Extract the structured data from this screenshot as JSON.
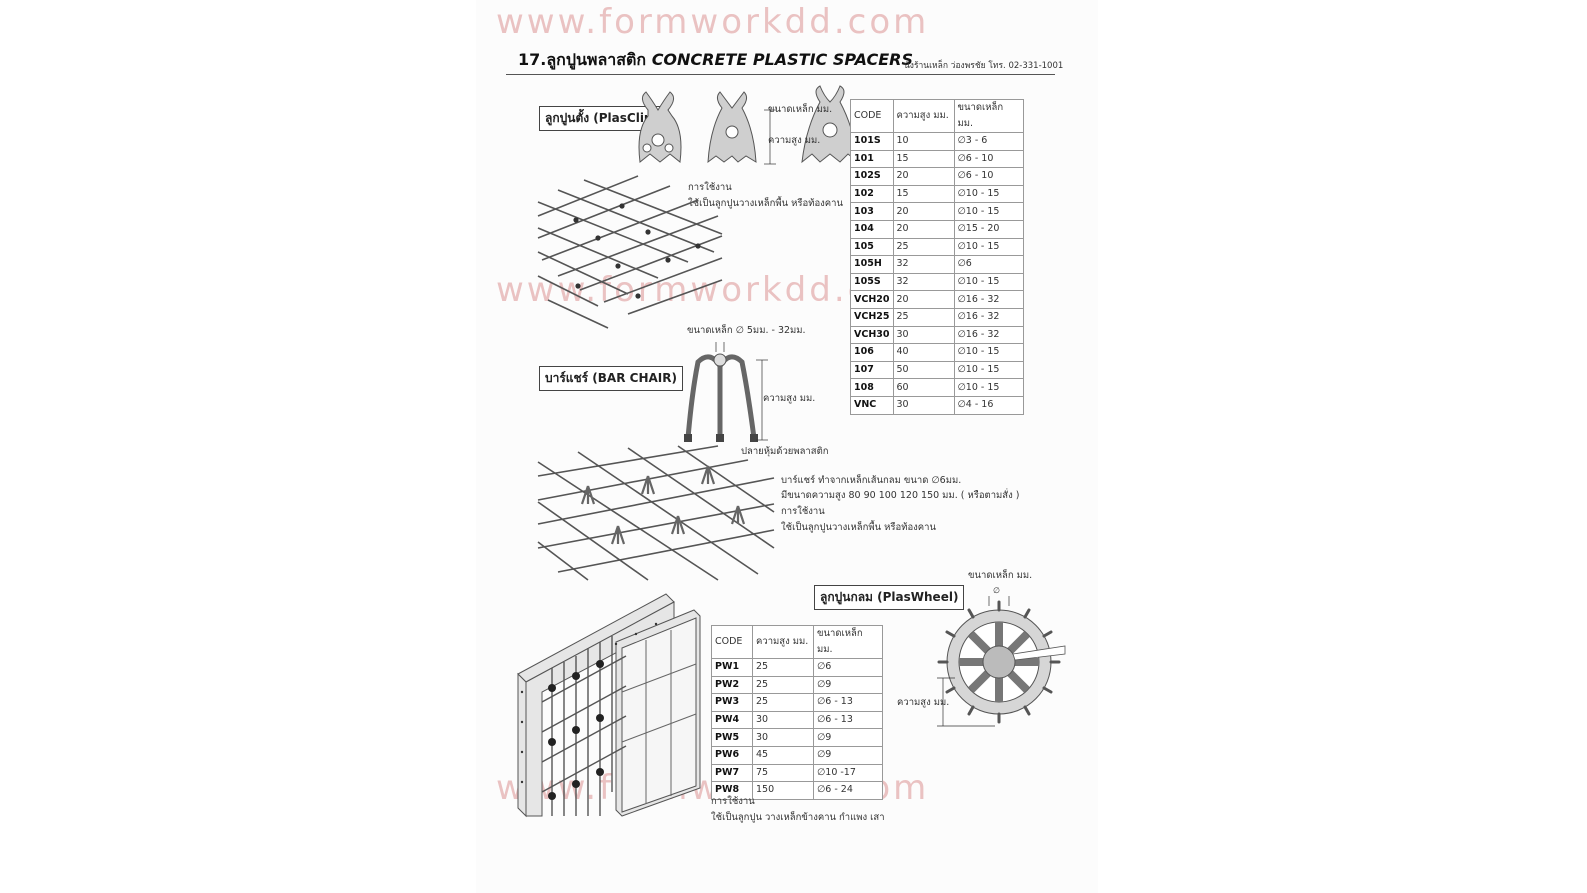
{
  "watermark": "www.formworkdd.com",
  "header": {
    "title_thai": "17.ลูกปูนพลาสติก",
    "title_en": "CONCRETE PLASTIC SPACERS",
    "shop_note": "นั่งร้านเหล็ก ว่องพรชัย โทร. 02-331-1001"
  },
  "plasclip": {
    "label": "ลูกปูนตั้ง (PlasClip)",
    "dim_bar": "ขนาดเหล็ก มม.",
    "dim_height": "ความสูง มม.",
    "usage_title": "การใช้งาน",
    "usage_text": "ใช้เป็นลูกปูนวางเหล็กพื้น หรือท้องคาน",
    "table": {
      "headers": [
        "CODE",
        "ความสูง มม.",
        "ขนาดเหล็ก มม."
      ],
      "rows": [
        [
          "101S",
          "10",
          "∅3 - 6"
        ],
        [
          "101",
          "15",
          "∅6 - 10"
        ],
        [
          "102S",
          "20",
          "∅6 - 10"
        ],
        [
          "102",
          "15",
          "∅10 - 15"
        ],
        [
          "103",
          "20",
          "∅10 - 15"
        ],
        [
          "104",
          "20",
          "∅15 - 20"
        ],
        [
          "105",
          "25",
          "∅10 - 15"
        ],
        [
          "105H",
          "32",
          "∅6"
        ],
        [
          "105S",
          "32",
          "∅10 - 15"
        ],
        [
          "VCH20",
          "20",
          "∅16 - 32"
        ],
        [
          "VCH25",
          "25",
          "∅16 - 32"
        ],
        [
          "VCH30",
          "30",
          "∅16 - 32"
        ],
        [
          "106",
          "40",
          "∅10 - 15"
        ],
        [
          "107",
          "50",
          "∅10 - 15"
        ],
        [
          "108",
          "60",
          "∅10 - 15"
        ],
        [
          "VNC",
          "30",
          "∅4 - 16"
        ]
      ]
    }
  },
  "barchair": {
    "label": "บาร์แชร์ (BAR CHAIR)",
    "dim_bar": "ขนาดเหล็ก ∅   5มม. - 32มม.",
    "dim_height": "ความสูง มม.",
    "tip_note": "ปลายหุ้มด้วยพลาสติก",
    "desc_1": "บาร์แชร์ ทำจากเหล็กเส้นกลม ขนาด ∅6มม.",
    "desc_2": "มีขนาดความสูง 80 90 100 120 150 มม. ( หรือตามสั่ง )",
    "usage_title": "การใช้งาน",
    "usage_text": "ใช้เป็นลูกปูนวางเหล็กพื้น หรือท้องคาน"
  },
  "plaswheel": {
    "label": "ลูกปูนกลม (PlasWheel)",
    "dim_bar": "ขนาดเหล็ก มม.",
    "dim_symbol": "∅",
    "dim_height": "ความสูง มม.",
    "usage_title": "การใช้งาน",
    "usage_text": "ใช้เป็นลูกปูน วางเหล็กข้างคาน กำแพง เสา",
    "table": {
      "headers": [
        "CODE",
        "ความสูง มม.",
        "ขนาดเหล็ก มม."
      ],
      "rows": [
        [
          "PW1",
          "25",
          "∅6"
        ],
        [
          "PW2",
          "25",
          "∅9"
        ],
        [
          "PW3",
          "25",
          "∅6 - 13"
        ],
        [
          "PW4",
          "30",
          "∅6 - 13"
        ],
        [
          "PW5",
          "30",
          "∅9"
        ],
        [
          "PW6",
          "45",
          "∅9"
        ],
        [
          "PW7",
          "75",
          "∅10 -17"
        ],
        [
          "PW8",
          "150",
          "∅6 - 24"
        ]
      ]
    }
  }
}
